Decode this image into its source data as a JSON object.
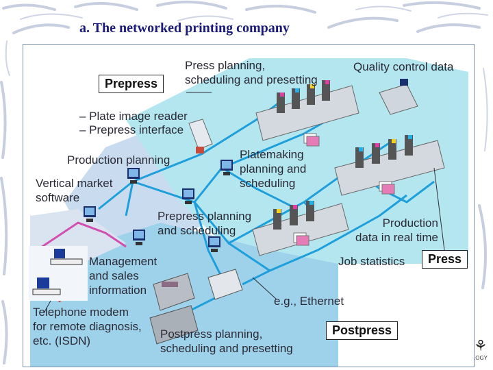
{
  "slide": {
    "title": "a. The networked printing company"
  },
  "diagram": {
    "sections": {
      "prepress": "Prepress",
      "press": "Press",
      "postpress": "Postpress"
    },
    "labels": {
      "press_planning": "Press planning,\nscheduling and presetting",
      "quality_control": "Quality control data",
      "plate_image_reader": "– Plate image reader",
      "prepress_interface": "– Prepress interface",
      "production_planning": "Production planning",
      "platemaking": "Platemaking\nplanning and\nscheduling",
      "vertical_market": "Vertical market\nsoftware",
      "prepress_planning": "Prepress planning\nand scheduling",
      "production_data": "Production\ndata in real time",
      "management": "Management\nand sales\ninformation",
      "job_statistics": "Job statistics",
      "ethernet": "e.g., Ethernet",
      "telephone_modem": "Telephone modem\nfor remote diagnosis,\netc. (ISDN)",
      "postpress_planning": "Postpress planning,\nscheduling and presetting"
    },
    "colors": {
      "network_line": "#1e9fdc",
      "modem_line": "#d24fb0",
      "zone_prepress": "#c9dcef",
      "zone_press": "#b4e6ef",
      "zone_postpress": "#9ed2ea"
    }
  },
  "footer": {
    "logo_text": ".OGY"
  }
}
